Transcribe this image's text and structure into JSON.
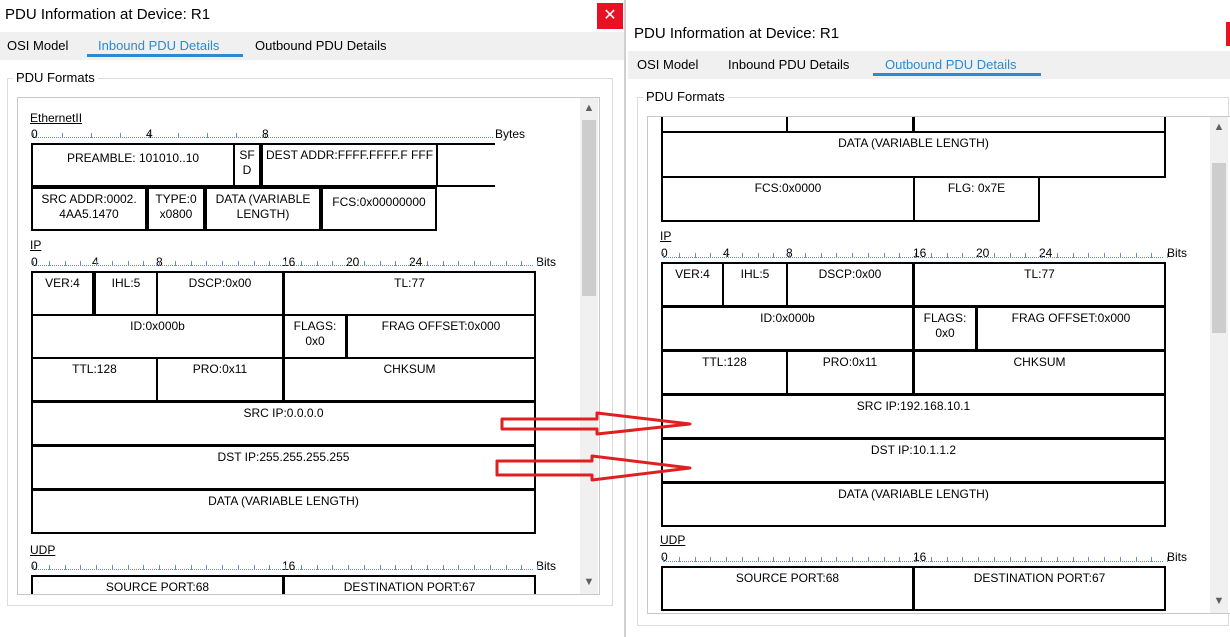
{
  "left": {
    "title": "PDU Information at Device: R1",
    "close_label": "✕",
    "tabs": [
      "OSI Model",
      "Inbound PDU Details",
      "Outbound PDU Details"
    ],
    "active_tab": "Inbound PDU Details",
    "group_label": "PDU Formats",
    "ethernet": {
      "heading": "EthernetII",
      "ruler_numbers": [
        "0",
        "4",
        "8"
      ],
      "unit": "Bytes",
      "fields": [
        "PREAMBLE: 101010..10",
        "SF D",
        "DEST ADDR:FFFF.FFFF.F FFF",
        "SRC ADDR:0002. 4AA5.1470",
        "TYPE:0 x0800",
        "DATA (VARIABLE LENGTH)",
        "FCS:0x00000000"
      ]
    },
    "ip": {
      "heading": "IP",
      "ruler_numbers": [
        "0",
        "4",
        "8",
        "16",
        "20",
        "24"
      ],
      "unit": "Bits",
      "fields": [
        "VER:4",
        "IHL:5",
        "DSCP:0x00",
        "TL:77",
        "ID:0x000b",
        "FLAGS: 0x0",
        "FRAG OFFSET:0x000",
        "TTL:128",
        "PRO:0x11",
        "CHKSUM",
        "SRC IP:0.0.0.0",
        "DST IP:255.255.255.255",
        "DATA (VARIABLE LENGTH)"
      ]
    },
    "udp": {
      "heading": "UDP",
      "ruler_numbers": [
        "0",
        "16"
      ],
      "unit": "Bits",
      "fields": [
        "SOURCE PORT:68",
        "DESTINATION PORT:67"
      ]
    }
  },
  "right": {
    "title": "PDU Information at Device: R1",
    "tabs": [
      "OSI Model",
      "Inbound PDU Details",
      "Outbound PDU Details"
    ],
    "active_tab": "Outbound PDU Details",
    "group_label": "PDU Formats",
    "top": {
      "fields": [
        "DATA (VARIABLE LENGTH)",
        "FCS:0x0000",
        "FLG: 0x7E"
      ]
    },
    "ip": {
      "heading": "IP",
      "ruler_numbers": [
        "0",
        "4",
        "8",
        "16",
        "20",
        "24"
      ],
      "unit": "Bits",
      "fields": [
        "VER:4",
        "IHL:5",
        "DSCP:0x00",
        "TL:77",
        "ID:0x000b",
        "FLAGS: 0x0",
        "FRAG OFFSET:0x000",
        "TTL:128",
        "PRO:0x11",
        "CHKSUM",
        "SRC IP:192.168.10.1",
        "DST IP:10.1.1.2",
        "DATA (VARIABLE LENGTH)"
      ]
    },
    "udp": {
      "heading": "UDP",
      "ruler_numbers": [
        "0",
        "16"
      ],
      "unit": "Bits",
      "fields": [
        "SOURCE PORT:68",
        "DESTINATION PORT:67"
      ]
    }
  },
  "icons": {
    "scroll_up": "▲",
    "scroll_down": "▼",
    "annotation": "red-arrow"
  },
  "colors": {
    "accent": "#2a8ad4",
    "close": "#e81123",
    "annotation_arrow": "#e02020"
  }
}
